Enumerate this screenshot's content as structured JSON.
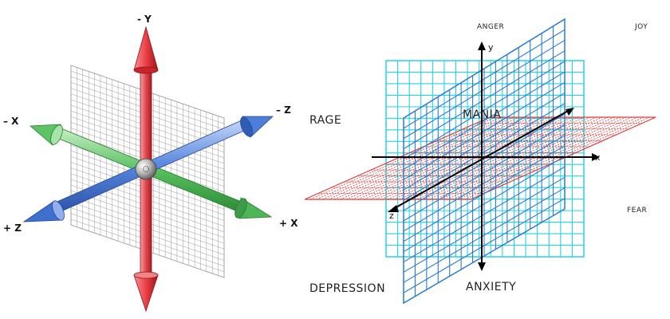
{
  "left_diagram": {
    "labels": {
      "neg_y": "- Y",
      "neg_x": "– X",
      "neg_z": "– Z",
      "pos_z": "+ Z",
      "pos_x": "+ X"
    },
    "colors": {
      "y_axis": "#e0474c",
      "x_axis": "#3fae4a",
      "z_axis": "#3f6fd1",
      "plane_grid": "#9a9a9a"
    }
  },
  "right_diagram": {
    "axis_labels": {
      "x": "x",
      "y": "y",
      "z": "z"
    },
    "emotions": {
      "anger": "ANGER",
      "joy": "JOY",
      "rage": "RAGE",
      "mania": "MANIA",
      "fear": "FEAR",
      "depression": "DEPRESSION",
      "anxiety": "ANXIETY"
    },
    "colors": {
      "cyan_grid": "#25d3e6",
      "blue_grid": "#2b7bd0",
      "red_grid": "#e23b3b",
      "axes": "#000000"
    }
  }
}
